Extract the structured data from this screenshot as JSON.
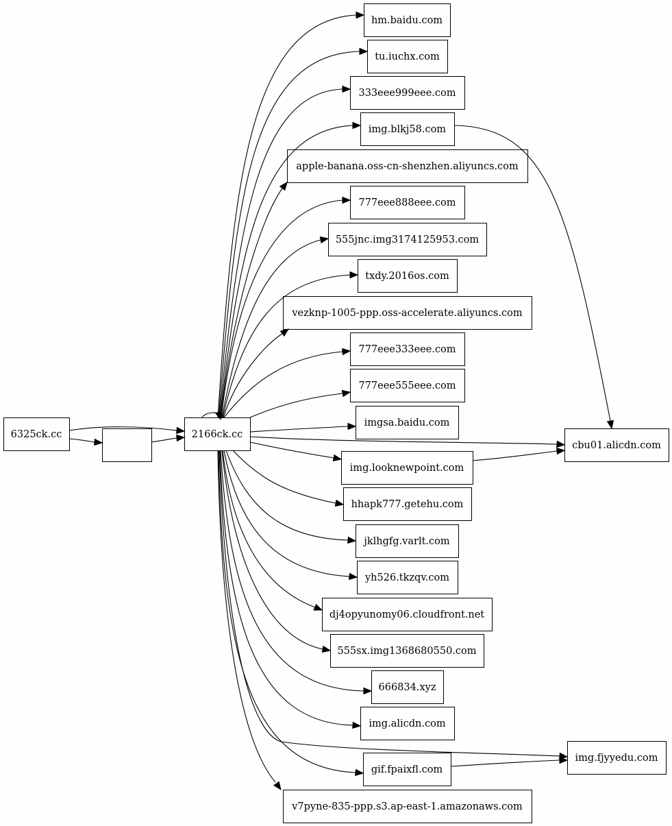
{
  "graph": {
    "type": "directed-graph",
    "direction": "left-to-right",
    "background": "#fdfefd",
    "nodes": [
      {
        "id": "n6325",
        "label": "6325ck.cc"
      },
      {
        "id": "nblank",
        "label": ""
      },
      {
        "id": "n2166",
        "label": "2166ck.cc"
      },
      {
        "id": "hm",
        "label": "hm.baidu.com"
      },
      {
        "id": "tu",
        "label": "tu.iuchx.com"
      },
      {
        "id": "e333",
        "label": "333eee999eee.com"
      },
      {
        "id": "blkj",
        "label": "img.blkj58.com"
      },
      {
        "id": "apple",
        "label": "apple-banana.oss-cn-shenzhen.aliyuncs.com"
      },
      {
        "id": "e777_888",
        "label": "777eee888eee.com"
      },
      {
        "id": "jnc",
        "label": "555jnc.img3174125953.com"
      },
      {
        "id": "txdy",
        "label": "txdy.2016os.com"
      },
      {
        "id": "vezknp",
        "label": "vezknp-1005-ppp.oss-accelerate.aliyuncs.com"
      },
      {
        "id": "e777_333",
        "label": "777eee333eee.com"
      },
      {
        "id": "e777_555",
        "label": "777eee555eee.com"
      },
      {
        "id": "imgsa",
        "label": "imgsa.baidu.com"
      },
      {
        "id": "looknew",
        "label": "img.looknewpoint.com"
      },
      {
        "id": "hhapk",
        "label": "hhapk777.getehu.com"
      },
      {
        "id": "jklh",
        "label": "jklhgfg.varlt.com"
      },
      {
        "id": "yh526",
        "label": "yh526.tkzqv.com"
      },
      {
        "id": "dj4",
        "label": "dj4opyunomy06.cloudfront.net"
      },
      {
        "id": "sx555",
        "label": "555sx.img1368680550.com"
      },
      {
        "id": "x666",
        "label": "666834.xyz"
      },
      {
        "id": "alicdn",
        "label": "img.alicdn.com"
      },
      {
        "id": "gif",
        "label": "gif.fpaixfl.com"
      },
      {
        "id": "v7pyne",
        "label": "v7pyne-835-ppp.s3.ap-east-1.amazonaws.com"
      },
      {
        "id": "cbu01",
        "label": "cbu01.alicdn.com"
      },
      {
        "id": "fjyy",
        "label": "img.fjyyedu.com"
      }
    ],
    "edges": [
      {
        "from": "n6325",
        "to": "n2166"
      },
      {
        "from": "n6325",
        "to": "nblank"
      },
      {
        "from": "nblank",
        "to": "n2166"
      },
      {
        "from": "n2166",
        "to": "n2166"
      },
      {
        "from": "n2166",
        "to": "hm"
      },
      {
        "from": "n2166",
        "to": "tu"
      },
      {
        "from": "n2166",
        "to": "e333"
      },
      {
        "from": "n2166",
        "to": "blkj"
      },
      {
        "from": "n2166",
        "to": "apple"
      },
      {
        "from": "n2166",
        "to": "e777_888"
      },
      {
        "from": "n2166",
        "to": "jnc"
      },
      {
        "from": "n2166",
        "to": "txdy"
      },
      {
        "from": "n2166",
        "to": "vezknp"
      },
      {
        "from": "n2166",
        "to": "e777_333"
      },
      {
        "from": "n2166",
        "to": "e777_555"
      },
      {
        "from": "n2166",
        "to": "imgsa"
      },
      {
        "from": "n2166",
        "to": "cbu01"
      },
      {
        "from": "n2166",
        "to": "looknew"
      },
      {
        "from": "n2166",
        "to": "hhapk"
      },
      {
        "from": "n2166",
        "to": "jklh"
      },
      {
        "from": "n2166",
        "to": "yh526"
      },
      {
        "from": "n2166",
        "to": "dj4"
      },
      {
        "from": "n2166",
        "to": "sx555"
      },
      {
        "from": "n2166",
        "to": "x666"
      },
      {
        "from": "n2166",
        "to": "alicdn"
      },
      {
        "from": "n2166",
        "to": "fjyy"
      },
      {
        "from": "n2166",
        "to": "gif"
      },
      {
        "from": "n2166",
        "to": "v7pyne"
      },
      {
        "from": "blkj",
        "to": "cbu01"
      },
      {
        "from": "looknew",
        "to": "cbu01"
      },
      {
        "from": "gif",
        "to": "fjyy"
      }
    ]
  }
}
